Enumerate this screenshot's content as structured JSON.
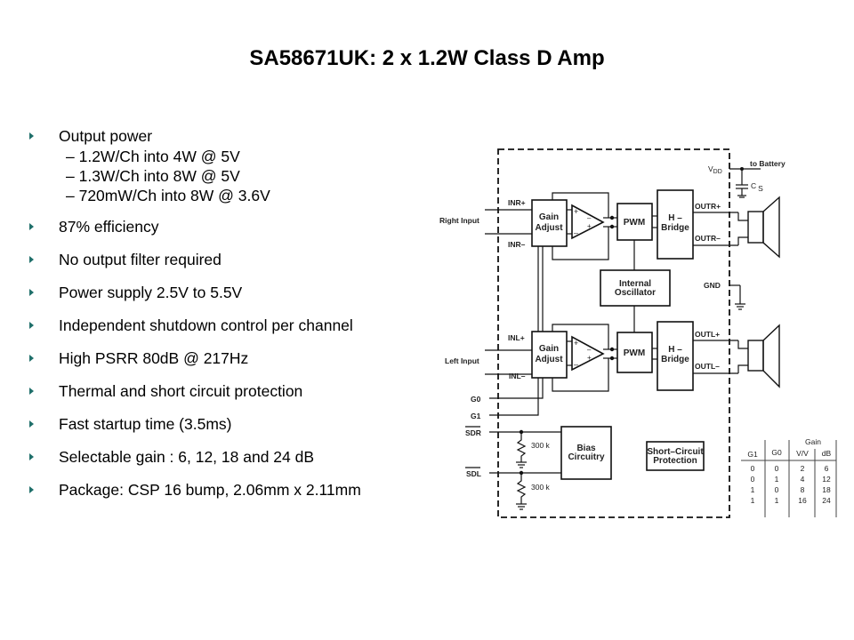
{
  "title": "SA58671UK:  2 x 1.2W Class D Amp",
  "bullets": [
    {
      "text": "Output power",
      "sub": [
        "– 1.2W/Ch  into 4W @ 5V",
        "– 1.3W/Ch into 8W @ 5V",
        "– 720mW/Ch into 8W @ 3.6V"
      ]
    },
    {
      "text": "87% efficiency"
    },
    {
      "text": "No output filter required"
    },
    {
      "text": "Power supply 2.5V to 5.5V"
    },
    {
      "text": "Independent shutdown control per channel"
    },
    {
      "text": "High PSRR 80dB @ 217Hz"
    },
    {
      "text": "Thermal and short circuit protection"
    },
    {
      "text": "Fast startup time (3.5ms)"
    },
    {
      "text": "Selectable gain : 6, 12, 18 and 24 dB"
    },
    {
      "text": "Package: CSP 16 bump, 2.06mm x 2.11mm"
    }
  ],
  "bullet_color": "#1f6f6a",
  "diagram": {
    "inputs": {
      "right": "Right Input",
      "left": "Left Input"
    },
    "pins": {
      "inr_plus": "INR+",
      "inr_minus": "INR–",
      "inl_plus": "INL+",
      "inl_minus": "INL–",
      "g0": "G0",
      "g1": "G1",
      "sdr": "SDR",
      "sdl": "SDL",
      "gnd": "GND",
      "vdd": "V",
      "vdd_sub": "DD",
      "to_battery": "to Battery",
      "cs": "C",
      "cs_sub": "S",
      "outr_plus": "OUTR+",
      "outr_minus": "OUTR–",
      "outl_plus": "OUTL+",
      "outl_minus": "OUTL–"
    },
    "blocks": {
      "gain_adjust_1": "Gain",
      "gain_adjust_2": "Adjust",
      "pwm": "PWM",
      "hbridge_1": "H –",
      "hbridge_2": "Bridge",
      "osc_1": "Internal",
      "osc_2": "Oscillator",
      "bias_1": "Bias",
      "bias_2": "Circuitry",
      "scp_1": "Short–Circuit",
      "scp_2": "Protection"
    },
    "resistor": "300 k",
    "opamp": {
      "plus": "+",
      "minus": "–"
    }
  },
  "gain_table": {
    "group_header": "Gain",
    "headers": [
      "G1",
      "G0",
      "V/V",
      "dB"
    ],
    "rows": [
      [
        "0",
        "0",
        "2",
        "6"
      ],
      [
        "0",
        "1",
        "4",
        "12"
      ],
      [
        "1",
        "0",
        "8",
        "18"
      ],
      [
        "1",
        "1",
        "16",
        "24"
      ]
    ]
  }
}
